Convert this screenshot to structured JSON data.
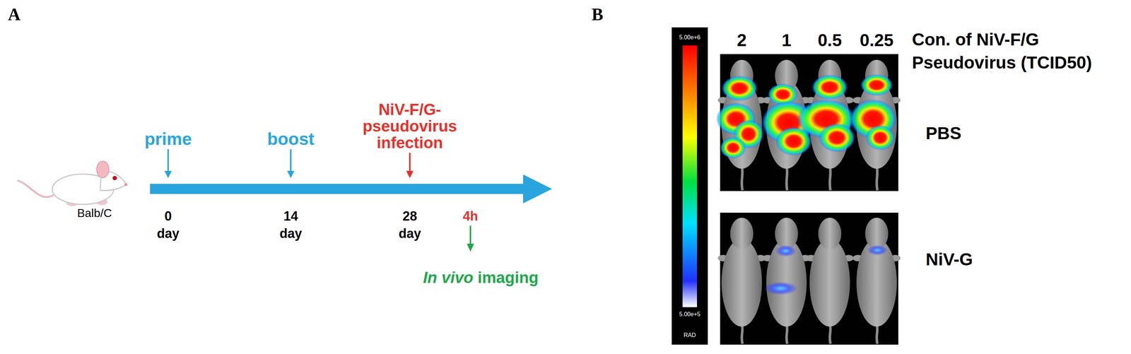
{
  "diagram": {
    "labels": [
      "A",
      "prime",
      "boost",
      "NiV-F/G-pseudovirus infection",
      "Balb/C",
      "0",
      "day",
      "14",
      "day",
      "28",
      "day",
      "4h",
      "In vivo",
      "imaging",
      "B",
      "2",
      "1",
      "0.5",
      "0.25",
      "Con. of NiV-F/G Pseudovirus (TCID50)",
      "5.00e+6",
      "PBS",
      "NiV-G",
      "5.00e+5",
      "RAD"
    ]
  }
}
